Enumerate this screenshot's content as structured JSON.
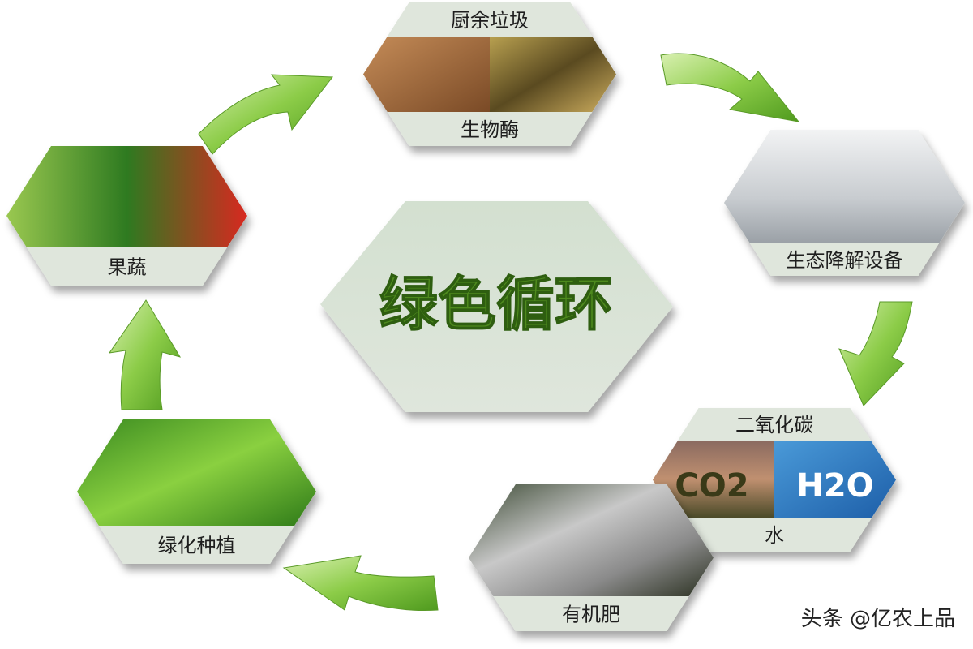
{
  "center": {
    "title": "绿色循环"
  },
  "nodes": {
    "kitchen_waste": {
      "top_label": "厨余垃圾",
      "bottom_label": "生物酶"
    },
    "degradation_equipment": {
      "label": "生态降解设备"
    },
    "co2_water": {
      "top_label": "二氧化碳",
      "bottom_label": "水",
      "image_text_left": "CO2",
      "image_text_right": "H2O"
    },
    "organic_fertilizer": {
      "label": "有机肥"
    },
    "greening_planting": {
      "label": "绿化种植"
    },
    "fruits_vegetables": {
      "label": "果蔬"
    }
  },
  "watermark": "头条 @亿农上品",
  "colors": {
    "hex_fill": "#d5e2d2",
    "title_green": "#4e8a1e",
    "arrow_green": "#7cc23a"
  }
}
